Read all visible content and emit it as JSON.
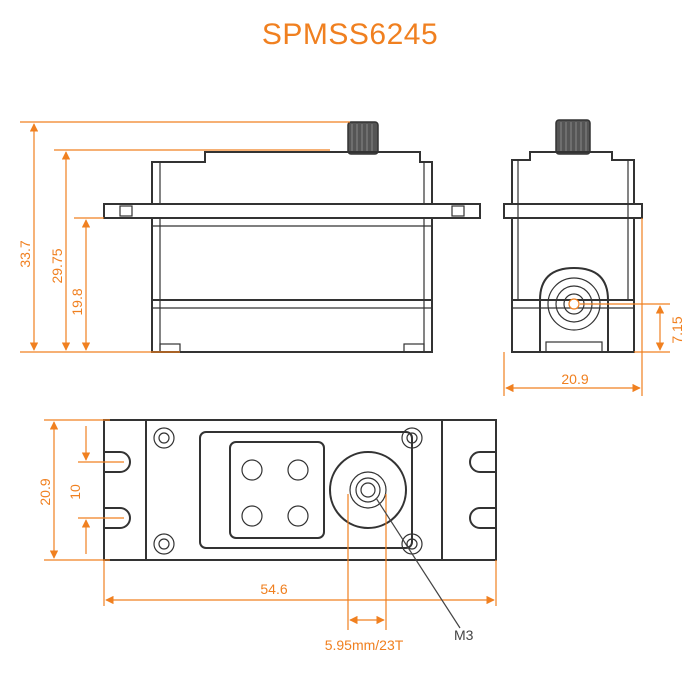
{
  "title": "SPMSS6245",
  "colors": {
    "accent": "#f08020",
    "outline": "#333333",
    "leader": "#444444"
  },
  "dimensions": {
    "total_height": "33.7",
    "body_height": "29.75",
    "mount_height": "19.8",
    "shaft_offset": "7.15",
    "side_width": "20.9",
    "top_width": "20.9",
    "hole_spacing": "10",
    "length": "54.6",
    "spline": "5.95mm/23T",
    "screw": "M3"
  }
}
